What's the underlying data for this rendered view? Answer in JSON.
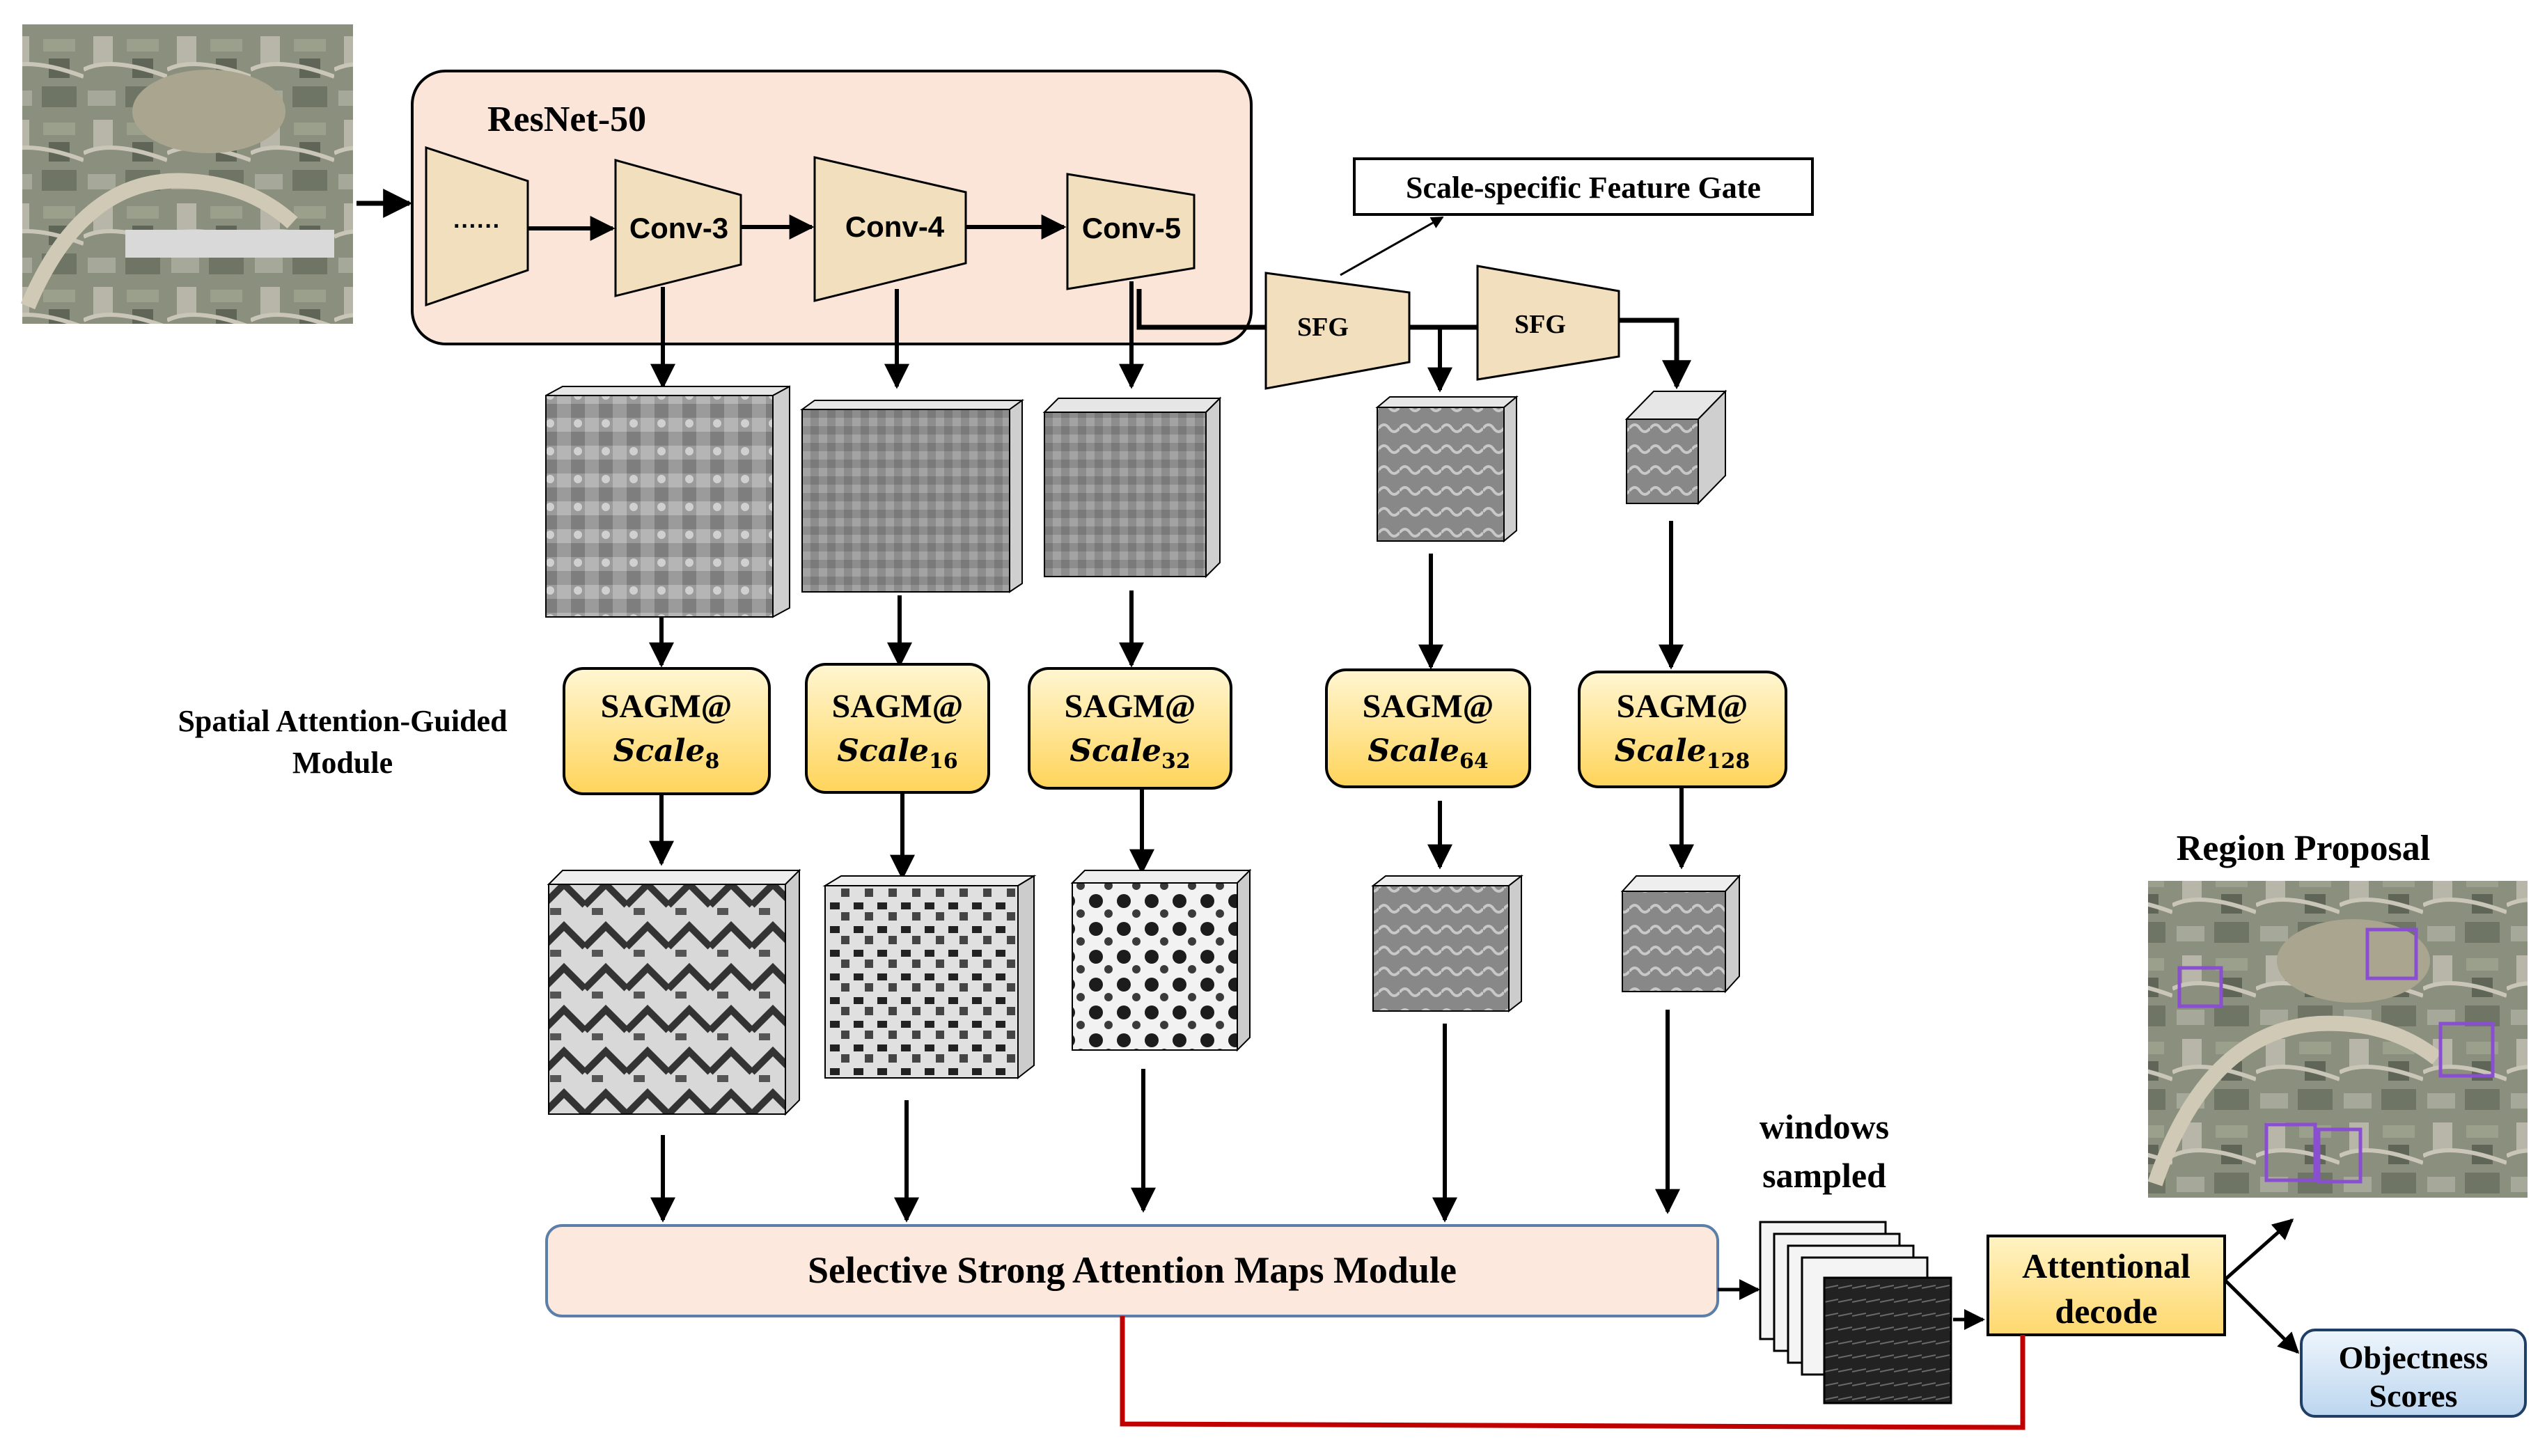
{
  "backbone": {
    "title": "ResNet-50",
    "stages": [
      "······",
      "Conv-3",
      "Conv-4",
      "Conv-5"
    ]
  },
  "sfg": {
    "blocks": [
      "SFG",
      "SFG"
    ],
    "callout": "Scale-specific Feature Gate"
  },
  "sagm": {
    "label_line1": "Spatial Attention-Guided",
    "label_line2": "Module",
    "modules": [
      {
        "prefix": "SAGM@",
        "scale": "Scale",
        "sub": "8"
      },
      {
        "prefix": "SAGM@",
        "scale": "Scale",
        "sub": "16"
      },
      {
        "prefix": "SAGM@",
        "scale": "Scale",
        "sub": "32"
      },
      {
        "prefix": "SAGM@",
        "scale": "Scale",
        "sub": "64"
      },
      {
        "prefix": "SAGM@",
        "scale": "Scale",
        "sub": "128"
      }
    ]
  },
  "ssam": {
    "label": "Selective Strong Attention Maps Module"
  },
  "windows": {
    "line1": "windows",
    "line2": "sampled"
  },
  "decode": {
    "line1": "Attentional",
    "line2": "decode"
  },
  "outputs": {
    "region_proposal": "Region Proposal",
    "objectness_line1": "Objectness",
    "objectness_line2": "Scores"
  },
  "colors": {
    "backbone_fill": "#fae5d8",
    "trapezoid_fill": "#f2dfbd",
    "sagm_fill_top": "#fff6d2",
    "sagm_fill_bottom": "#ffd96a",
    "ssam_fill": "#fce8dc",
    "ssam_border": "#5b7fa8",
    "decode_fill": "#ffe49a",
    "scores_fill": "#d6e6f5",
    "feedback_line": "#c00000"
  }
}
